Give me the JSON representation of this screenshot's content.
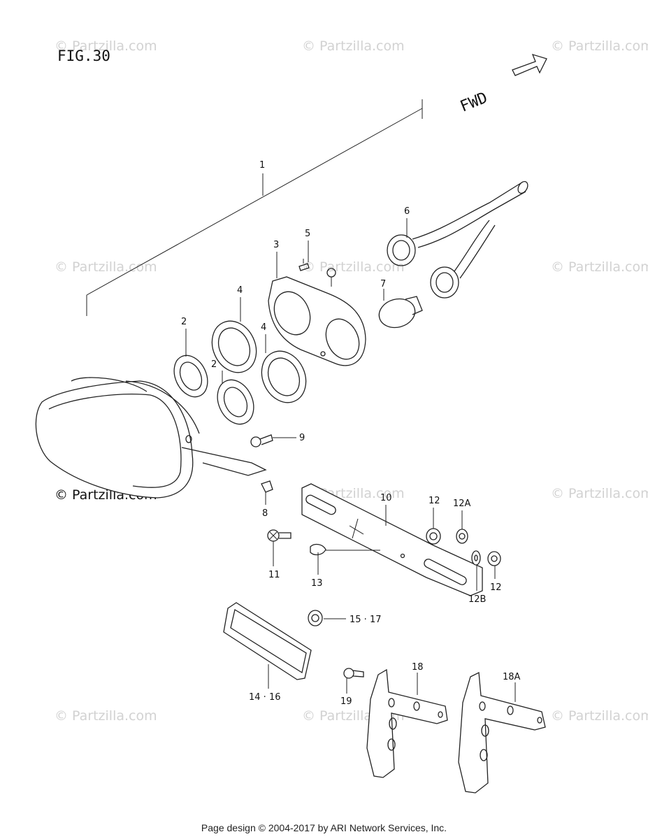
{
  "figure_label": "FIG.30",
  "direction_label": "FWD",
  "watermark_text": "© Partzilla.com",
  "footer_text": "Page design © 2004-2017 by ARI Network Services, Inc.",
  "callouts": {
    "c1": "1",
    "c2a": "2",
    "c2b": "2",
    "c3": "3",
    "c4a": "4",
    "c4b": "4",
    "c5": "5",
    "c6": "6",
    "c7": "7",
    "c8": "8",
    "c9": "9",
    "c10": "10",
    "c11": "11",
    "c12a": "12",
    "c12b": "12",
    "c12A": "12A",
    "c12B": "12B",
    "c13": "13",
    "c14_16": "14 · 16",
    "c15_17": "15 · 17",
    "c18": "18",
    "c18A": "18A",
    "c19": "19"
  }
}
